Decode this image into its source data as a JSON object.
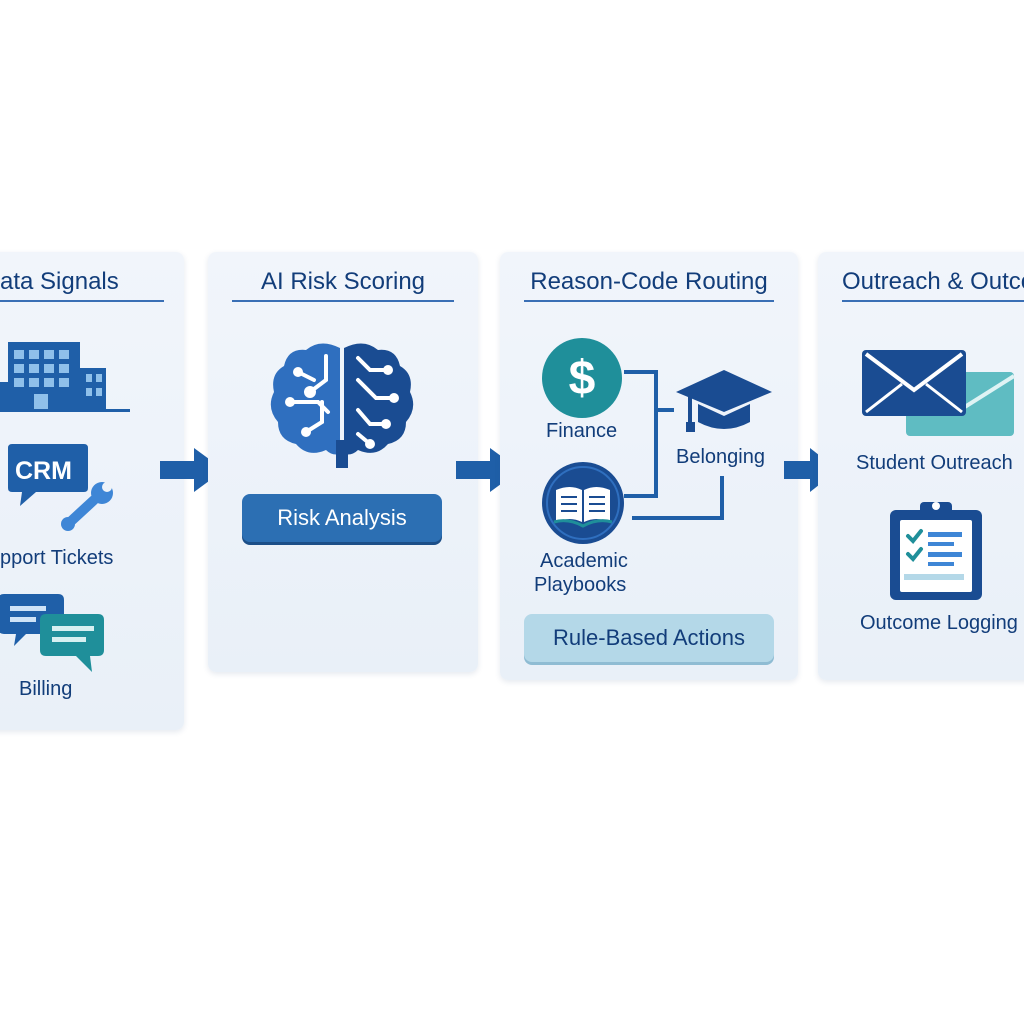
{
  "columns": [
    {
      "title": "ata Signals",
      "items": [
        "CRM",
        "pport Tickets",
        "Billing"
      ],
      "icons": [
        "building-icon",
        "crm-chat-icon",
        "wrench-icon",
        "chat-bubbles-icon"
      ]
    },
    {
      "title": "AI Risk Scoring",
      "icons": [
        "brain-circuit-icon"
      ],
      "button": "Risk Analysis"
    },
    {
      "title": "Reason-Code Routing",
      "items": [
        "Finance",
        "Belonging",
        "Academic",
        "Playbooks"
      ],
      "icons": [
        "dollar-icon",
        "graduation-cap-icon",
        "book-icon"
      ],
      "button": "Rule-Based Actions"
    },
    {
      "title": "Outreach & Outco",
      "items": [
        "Student Outreach",
        "Outcome Logging"
      ],
      "icons": [
        "envelope-icon",
        "clipboard-checklist-icon"
      ]
    }
  ],
  "colors": {
    "navy": "#123d7a",
    "blue": "#1f5fa8",
    "teal": "#1f8f9a",
    "panel": "#eef3f9",
    "pill_dark": "#2c6fb3",
    "pill_light": "#b4d8e8"
  }
}
